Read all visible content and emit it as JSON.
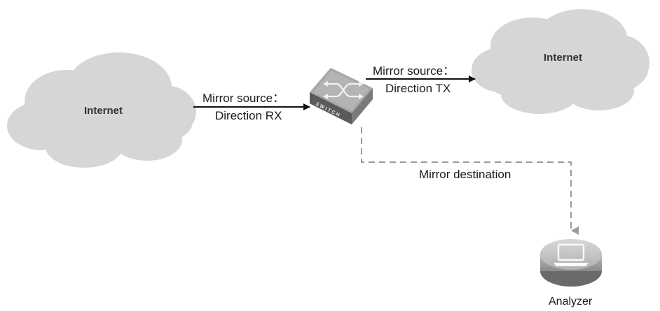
{
  "clouds": {
    "left_label": "Internet",
    "right_label": "Internet"
  },
  "switch": {
    "label": "SWITCH"
  },
  "links": {
    "rx_line1": "Mirror source：",
    "rx_line2": "Direction RX",
    "tx_line1": "Mirror source：",
    "tx_line2": "Direction TX",
    "destination": "Mirror destination"
  },
  "analyzer": {
    "label": "Analyzer"
  },
  "colors": {
    "cloud": "#d6d6d6",
    "switch_top": "#a8a8a8",
    "switch_side": "#6e6e6e",
    "dashed": "#9a9a9a",
    "arrow": "#111111"
  }
}
